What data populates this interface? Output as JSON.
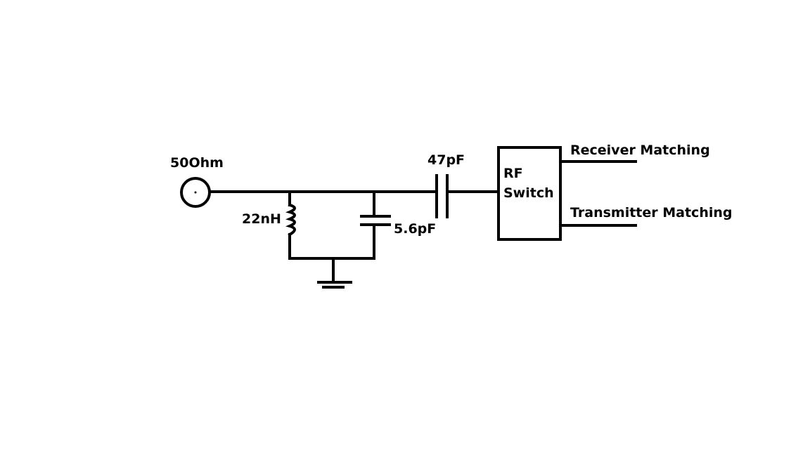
{
  "labels": {
    "source": "50Ohm",
    "inductor": "22nH",
    "shunt_cap": "5.6pF",
    "series_cap": "47pF",
    "switch_line1": "RF",
    "switch_line2": "Switch",
    "receiver": "Receiver Matching",
    "transmitter": "Transmitter Matching"
  },
  "colors": {
    "ink": "#000000",
    "background": "#ffffff"
  }
}
